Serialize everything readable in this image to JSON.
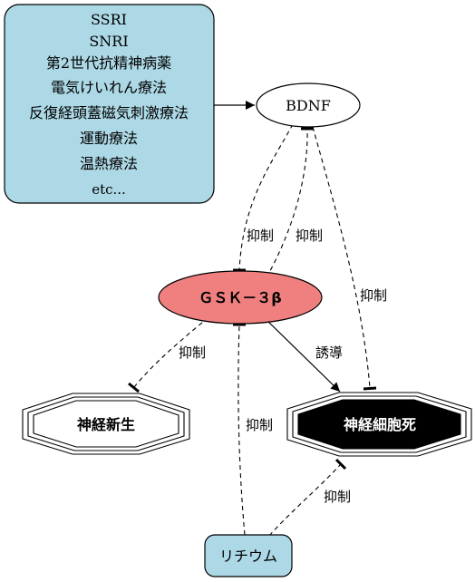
{
  "nodes": {
    "treatments": {
      "lines": [
        "SSRI",
        "SNRI",
        "第2世代抗精神病薬",
        "電気けいれん療法",
        "反復経頭蓋磁気刺激療法",
        "運動療法",
        "温熱療法",
        "etc..."
      ],
      "fill": "#add8e6"
    },
    "bdnf": {
      "label": "BDNF",
      "fill": "#ffffff"
    },
    "gsk3b": {
      "label": "ＧＳＫ－３β",
      "fill": "#f08080"
    },
    "neurogenesis": {
      "label": "神経新生",
      "fill": "#ffffff"
    },
    "cell_death": {
      "label": "神経細胞死",
      "fill": "#000000",
      "text_color": "#ffffff"
    },
    "lithium": {
      "label": "リチウム",
      "fill": "#add8e6"
    }
  },
  "edges": {
    "bdnf_to_gsk_inhibit": "抑制",
    "gsk_to_bdnf_inhibit": "抑制",
    "bdnf_to_death_inhibit": "抑制",
    "gsk_to_neurogenesis_inhibit": "抑制",
    "gsk_to_death_induce": "誘導",
    "lithium_to_gsk_inhibit": "抑制",
    "lithium_to_death_inhibit": "抑制"
  }
}
